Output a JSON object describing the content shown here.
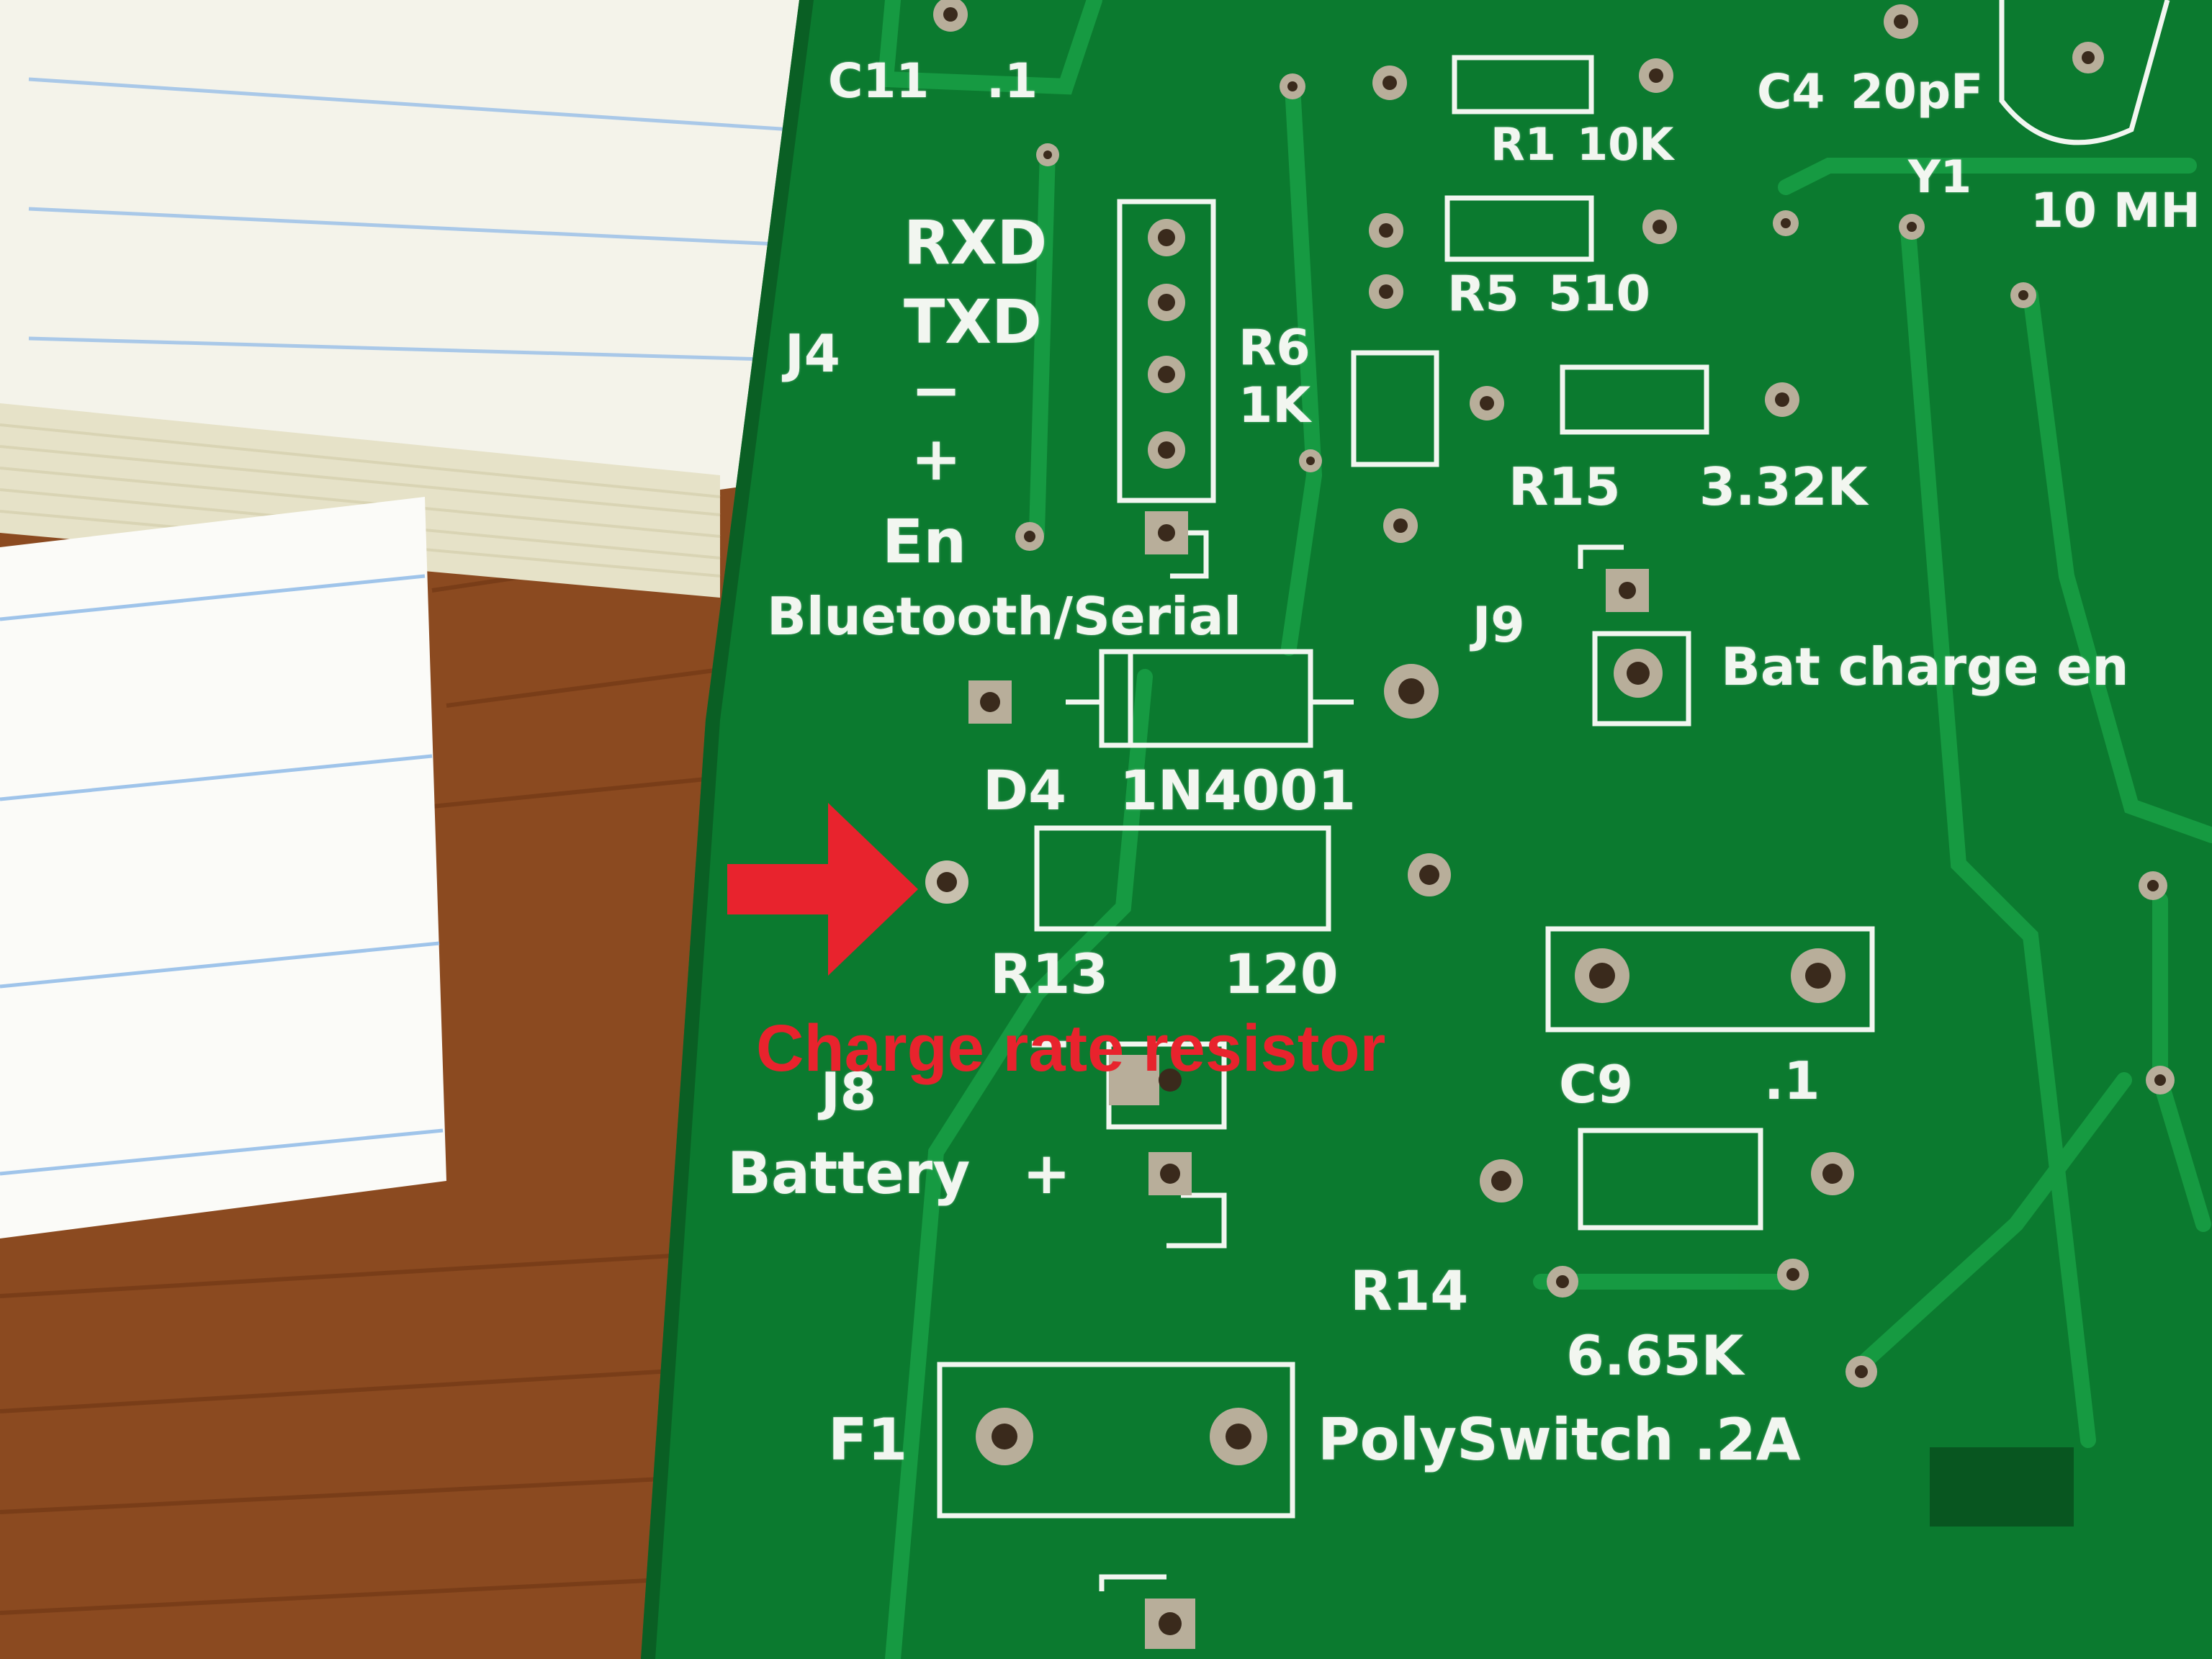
{
  "annotation": {
    "label": "Charge rate resistor",
    "color": "#e8232d",
    "icon": "right-arrow-icon"
  },
  "board": {
    "color": "#0b7a2f",
    "silkscreen_color": "#f2f6f0",
    "labels": {
      "c11": "C11",
      "c11_val": ".1",
      "r1": "R1",
      "r1_val": "10K",
      "c4": "C4",
      "c4_val": "20pF",
      "y1": "Y1",
      "y1_val": "10 MH",
      "rxd": "RXD",
      "txd": "TXD",
      "j4": "J4",
      "minus": "−",
      "plus": "+",
      "en": "En",
      "r5": "R5",
      "r5_val": "510",
      "r6": "R6",
      "r6_val": "1K",
      "r15": "R15",
      "r15_val": "3.32K",
      "bluetooth": "Bluetooth/Serial",
      "j9": "J9",
      "bat_charge": "Bat charge en",
      "d4": "D4",
      "d4_val": "1N4001",
      "r13": "R13",
      "r13_val": "120",
      "j8": "J8",
      "j8_minus": "−",
      "c9": "C9",
      "c9_val": ".1",
      "battery": "Battery",
      "battery_plus": "+",
      "r14": "R14",
      "r14_val": "6.65K",
      "f1": "F1",
      "polyswitch": "PolySwitch .2A"
    }
  }
}
